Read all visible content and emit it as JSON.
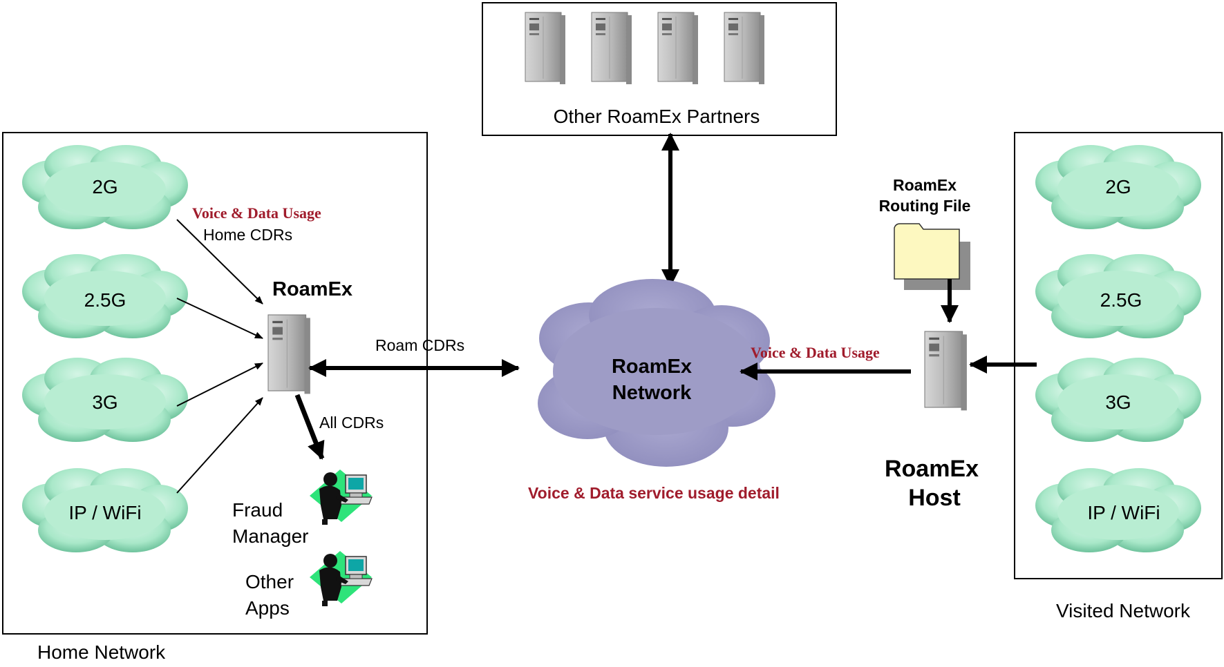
{
  "colors": {
    "cloud_green": "#a9e8c9",
    "cloud_green_dark": "#4fa882",
    "network_cloud": "#9e9cc6",
    "usage_red": "#a01c2c",
    "folder_yellow": "#fdf8c0",
    "server_gray": "#b8b8b8",
    "workstation_bg": "#2ee37a"
  },
  "home_network": {
    "caption": "Home Network",
    "clouds": [
      "2G",
      "2.5G",
      "3G",
      "IP / WiFi"
    ],
    "usage_label": "Voice & Data Usage",
    "home_cdrs_label": "Home CDRs",
    "server_label": "RoamEx",
    "all_cdrs_label": "All CDRs",
    "roam_cdrs_label": "Roam CDRs",
    "workstations": [
      {
        "line1": "Fraud",
        "line2": "Manager"
      },
      {
        "line1": "Other",
        "line2": "Apps"
      }
    ]
  },
  "partners": {
    "caption": "Other RoamEx Partners",
    "server_count": 4
  },
  "network": {
    "line1": "RoamEx",
    "line2": "Network",
    "detail_label": "Voice & Data service usage detail"
  },
  "visited_network": {
    "caption": "Visited Network",
    "clouds": [
      "2G",
      "2.5G",
      "3G",
      "IP / WiFi"
    ],
    "usage_label": "Voice & Data Usage",
    "routing_file_line1": "RoamEx",
    "routing_file_line2": "Routing File",
    "host_line1": "RoamEx",
    "host_line2": "Host"
  }
}
